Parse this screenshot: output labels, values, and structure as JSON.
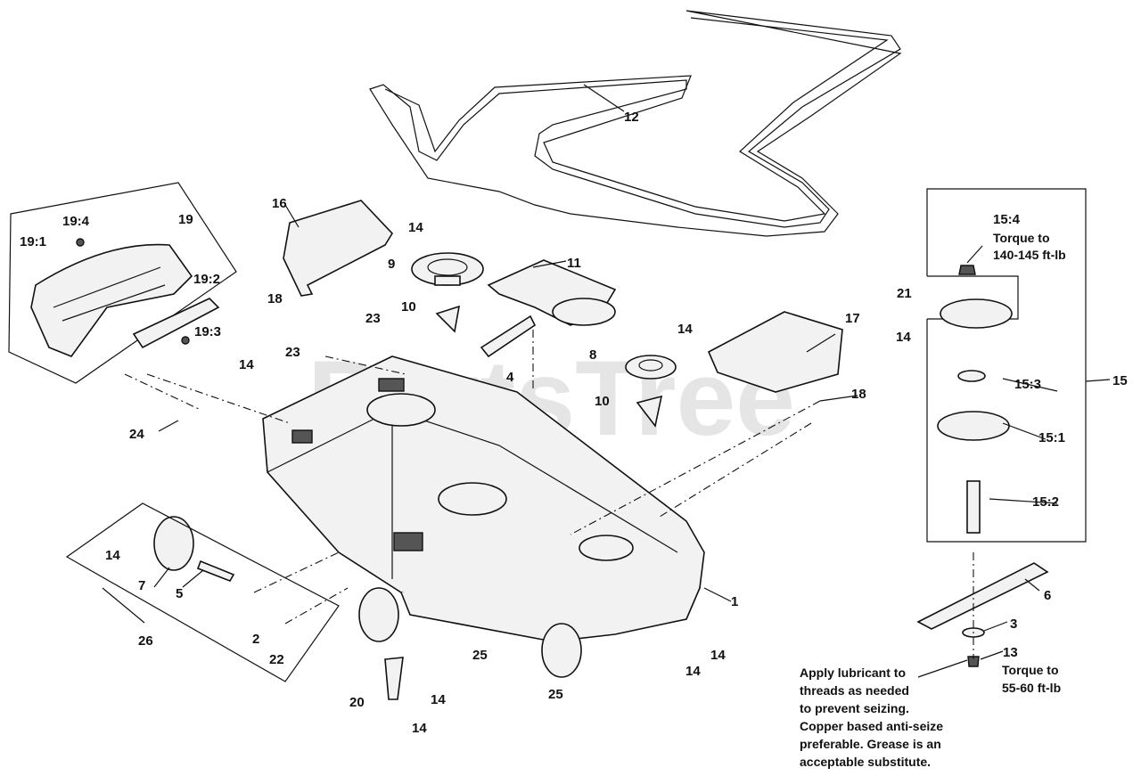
{
  "watermark": "PartsTree",
  "callouts": {
    "c1": "1",
    "c2": "2",
    "c3": "3",
    "c4": "4",
    "c5": "5",
    "c6": "6",
    "c7": "7",
    "c8": "8",
    "c9": "9",
    "c10a": "10",
    "c10b": "10",
    "c11": "11",
    "c12": "12",
    "c13": "13",
    "c14a": "14",
    "c14b": "14",
    "c14c": "14",
    "c14d": "14",
    "c14e": "14",
    "c14f": "14",
    "c14g": "14",
    "c14h": "14",
    "c14i": "14",
    "c15": "15",
    "c15_1": "15:1",
    "c15_2": "15:2",
    "c15_3": "15:3",
    "c15_4": "15:4",
    "c16": "16",
    "c17": "17",
    "c18a": "18",
    "c18b": "18",
    "c19": "19",
    "c19_1": "19:1",
    "c19_2": "19:2",
    "c19_3": "19:3",
    "c19_4": "19:4",
    "c20": "20",
    "c21": "21",
    "c22": "22",
    "c23a": "23",
    "c23b": "23",
    "c24": "24",
    "c25a": "25",
    "c25b": "25",
    "c26": "26"
  },
  "notes": {
    "torque_15_4": [
      "Torque to",
      "140-145 ft-lb"
    ],
    "torque_13": [
      "Torque to",
      "55-60 ft-lb"
    ],
    "lubricant": [
      "Apply lubricant to",
      "threads as needed",
      "to prevent seizing.",
      "Copper based anti-seize",
      "preferable. Grease is an",
      "acceptable substitute."
    ]
  }
}
